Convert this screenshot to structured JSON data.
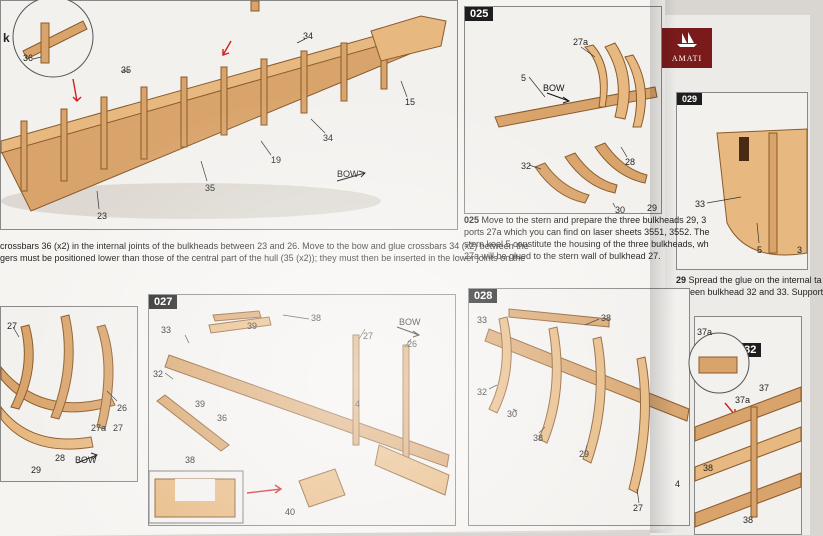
{
  "brand": {
    "name": "AMATI",
    "color": "#7a1a1a"
  },
  "colors": {
    "paper": "#f3f1ee",
    "wood": "#d9a46b",
    "wood_edge": "#8a5a2b",
    "arrow": "#d02020",
    "step_badge": "#1e1e1e"
  },
  "panels": {
    "top_left": {
      "bow": "BOW",
      "callouts": [
        "36",
        "35",
        "34",
        "15",
        "34",
        "19",
        "35",
        "23"
      ],
      "corner_text": "k"
    },
    "p025": {
      "step": "025",
      "bow": "BOW",
      "callouts": [
        "27a",
        "5",
        "28",
        "32",
        "30",
        "29"
      ]
    },
    "p029": {
      "step": "029",
      "callouts": [
        "33",
        "5",
        "3"
      ]
    },
    "p026": {
      "bow": "BOW",
      "callouts": [
        "27",
        "26",
        "27a",
        "27",
        "28",
        "29"
      ]
    },
    "p027": {
      "step": "027",
      "bow": "BOW",
      "callouts": [
        "33",
        "39",
        "38",
        "32",
        "39",
        "36",
        "27",
        "26",
        "4",
        "38",
        "40"
      ]
    },
    "p028": {
      "step": "028",
      "callouts": [
        "33",
        "38",
        "32",
        "30",
        "38",
        "29",
        "27",
        "4"
      ]
    },
    "p032": {
      "step": "032",
      "callouts": [
        "37a",
        "37a",
        "37",
        "38",
        "38"
      ]
    }
  },
  "captions": {
    "c024_line1": "crossbars 36 (x2) in the internal joints of the bulkheads between 23 and 26. Move to the bow and glue crossbars 34 (x2) between the",
    "c024_line2": "gers must be positioned lower than those of the central part of the hull (35 (x2)); they must then be inserted in the lower joints on the",
    "c025_num": "025",
    "c025_line1": "Move to the stern and prepare the three bulkheads 29, 3",
    "c025_line2": "ports 27a which you can find on laser sheets 3551, 3552. The",
    "c025_line3": "stern keel 5 constitute the housing of the three bulkheads, wh",
    "c025_line4": "27a will be glued to the stern wall of bulkhead 27.",
    "c029_num": "29",
    "c029_line1": "Spread the glue on the internal ta",
    "c029_line2": "etween bulkhead 32 and 33. Support"
  }
}
